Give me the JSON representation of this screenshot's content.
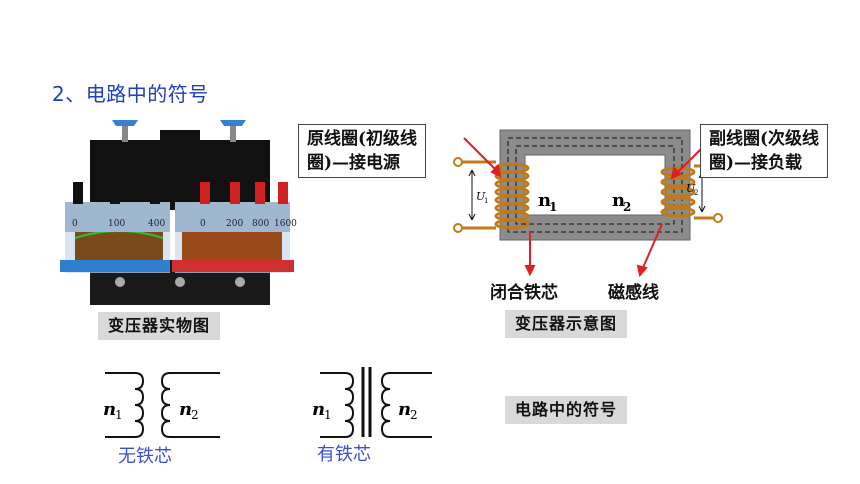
{
  "heading": "2、电路中的符号",
  "photo": {
    "caption": "变压器实物图",
    "terminal_labels": [
      "0",
      "100",
      "400",
      "0",
      "200",
      "800",
      "1600"
    ]
  },
  "schematic": {
    "caption": "变压器示意图",
    "primary_callout": [
      "原线圈(初级线",
      "圈)—接电源"
    ],
    "secondary_callout": [
      "副线圈(次级线",
      "圈)—接负载"
    ],
    "n1": "n",
    "n1_sub": "1",
    "n2": "n",
    "n2_sub": "2",
    "u1": "U",
    "u1_sub": "1",
    "u2": "U",
    "u2_sub": "2",
    "core_label": "闭合铁芯",
    "flux_label": "磁感线"
  },
  "symbols": {
    "caption": "电路中的符号",
    "no_core": {
      "label": "无铁芯",
      "n1": "n",
      "n1_sub": "1",
      "n2": "n",
      "n2_sub": "2"
    },
    "with_core": {
      "label": "有铁芯",
      "n1": "n",
      "n1_sub": "1",
      "n2": "n",
      "n2_sub": "2"
    }
  },
  "colors": {
    "heading": "#1f3fbf",
    "arrow": "#e02020",
    "coil": "#c07a1a",
    "core": "#8c8c8c"
  }
}
